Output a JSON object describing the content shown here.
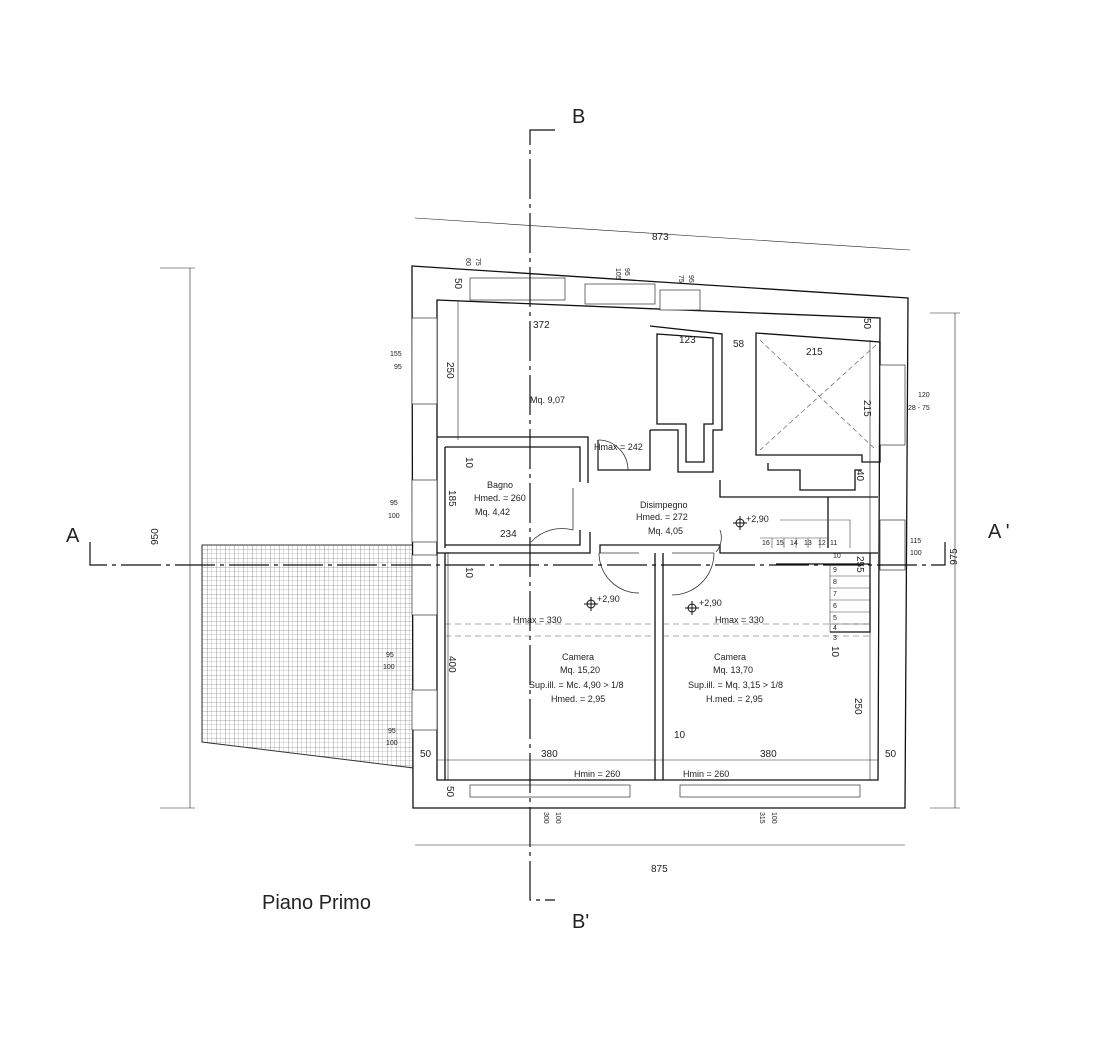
{
  "title": "Piano Primo",
  "sections": {
    "a": "A",
    "a_prime": "A '",
    "b": "B",
    "b_prime": "B'"
  },
  "overall": {
    "top": "873",
    "bottom": "875",
    "left": "950",
    "right": "975"
  },
  "rooms": {
    "upper": {
      "area": "Mq. 9,07"
    },
    "bagno": {
      "name": "Bagno",
      "hmed": "Hmed. = 260",
      "area": "Mq. 4,42"
    },
    "disimpegno": {
      "name": "Disimpegno",
      "hmed": "Hmed. = 272",
      "area": "Mq. 4,05"
    },
    "camera1": {
      "name": "Camera",
      "area": "Mq. 15,20",
      "sup": "Sup.ill. = Mc. 4,90 > 1/8",
      "hmed": "Hmed. = 2,95"
    },
    "camera2": {
      "name": "Camera",
      "area": "Mq. 13,70",
      "sup": "Sup.ill. = Mq. 3,15 > 1/8",
      "hmed": "H.med. = 2,95"
    }
  },
  "heights": {
    "hmax_upper": "Hmax = 242",
    "hmax_left": "Hmax = 330",
    "hmax_right": "Hmax = 330",
    "hmin_left": "Hmin = 260",
    "hmin_right": "Hmin = 260"
  },
  "levels": {
    "bed1": "+2,90",
    "bed2": "+2,90",
    "stair": "+2,90"
  },
  "dims": {
    "d372": "372",
    "d123": "123",
    "d58": "58",
    "d215h": "215",
    "d215v": "215",
    "d50a": "50",
    "d50b": "50",
    "d250a": "250",
    "d10a": "10",
    "d185": "185",
    "d234": "234",
    "d10b": "10",
    "d400": "400",
    "d380a": "380",
    "d380b": "380",
    "d10c": "10",
    "d50c": "50",
    "d50d": "50",
    "d50e": "50",
    "d250b": "250",
    "d255": "255",
    "d10d": "10",
    "d40": "40"
  },
  "win": {
    "w1a": "155",
    "w1b": "95",
    "w2a": "95",
    "w2b": "100",
    "w3a": "95",
    "w3b": "100",
    "w4a": "95",
    "w4b": "100",
    "wr1a": "120",
    "wr1b": "28 - 75",
    "wr2a": "115",
    "wr2b": "100",
    "wb1a": "300",
    "wb1b": "100",
    "wb2a": "315",
    "wb2b": "100",
    "wt1a": "60",
    "wt1b": "75",
    "wt2a": "105",
    "wt2b": "95",
    "wt3a": "75",
    "wt3b": "95"
  },
  "stairs": [
    "16",
    "15",
    "14",
    "13",
    "12",
    "11",
    "10",
    "9",
    "8",
    "7",
    "6",
    "5",
    "4",
    "3"
  ]
}
